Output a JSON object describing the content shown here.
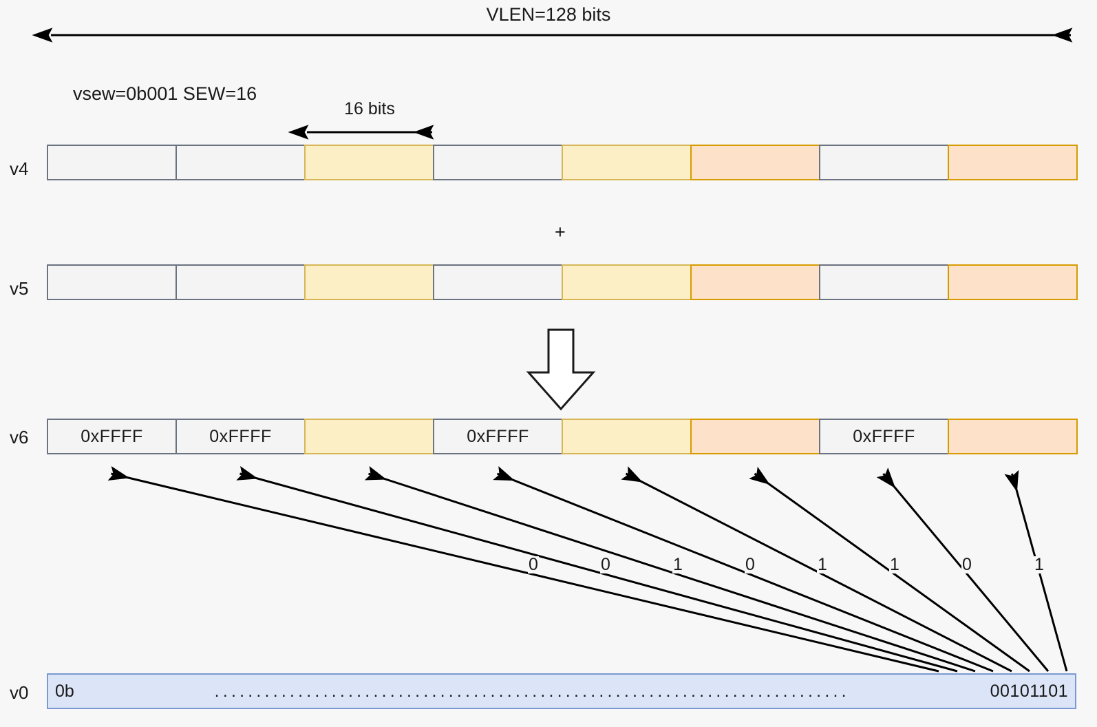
{
  "diagram": {
    "title": "VLEN=128 bits",
    "sew_note": "vsew=0b001  SEW=16",
    "element_width_label": "16 bits",
    "operator": "+",
    "rows": [
      {
        "name": "v4",
        "label": "v4",
        "cells": [
          {
            "text": "",
            "color": "gray"
          },
          {
            "text": "",
            "color": "gray"
          },
          {
            "text": "",
            "color": "yellow"
          },
          {
            "text": "",
            "color": "gray"
          },
          {
            "text": "",
            "color": "yellow"
          },
          {
            "text": "",
            "color": "orange"
          },
          {
            "text": "",
            "color": "gray"
          },
          {
            "text": "",
            "color": "orange"
          }
        ]
      },
      {
        "name": "v5",
        "label": "v5",
        "cells": [
          {
            "text": "",
            "color": "gray"
          },
          {
            "text": "",
            "color": "gray"
          },
          {
            "text": "",
            "color": "yellow"
          },
          {
            "text": "",
            "color": "gray"
          },
          {
            "text": "",
            "color": "yellow"
          },
          {
            "text": "",
            "color": "orange"
          },
          {
            "text": "",
            "color": "gray"
          },
          {
            "text": "",
            "color": "orange"
          }
        ]
      },
      {
        "name": "v6",
        "label": "v6",
        "cells": [
          {
            "text": "0xFFFF",
            "color": "gray"
          },
          {
            "text": "0xFFFF",
            "color": "gray"
          },
          {
            "text": "",
            "color": "yellow"
          },
          {
            "text": "0xFFFF",
            "color": "gray"
          },
          {
            "text": "",
            "color": "yellow"
          },
          {
            "text": "",
            "color": "orange"
          },
          {
            "text": "0xFFFF",
            "color": "gray"
          },
          {
            "text": "",
            "color": "orange"
          }
        ]
      }
    ],
    "mask_row": {
      "name": "v0",
      "label": "v0",
      "prefix": "0b",
      "dots": "............................................................................",
      "value": "00101101"
    },
    "mask_bits": [
      "0",
      "0",
      "1",
      "0",
      "1",
      "1",
      "0",
      "1"
    ],
    "colors": {
      "background": "#f7f7f7",
      "gray_fill": "#f4f4f4",
      "gray_stroke": "#6b7280",
      "yellow_fill": "#fdefc5",
      "yellow_stroke": "#d6b656",
      "orange_fill": "#fde1c9",
      "orange_stroke": "#d79b00",
      "mask_fill": "#dbe5f7",
      "mask_stroke": "#7a9ad0",
      "arrow": "#000000"
    }
  }
}
